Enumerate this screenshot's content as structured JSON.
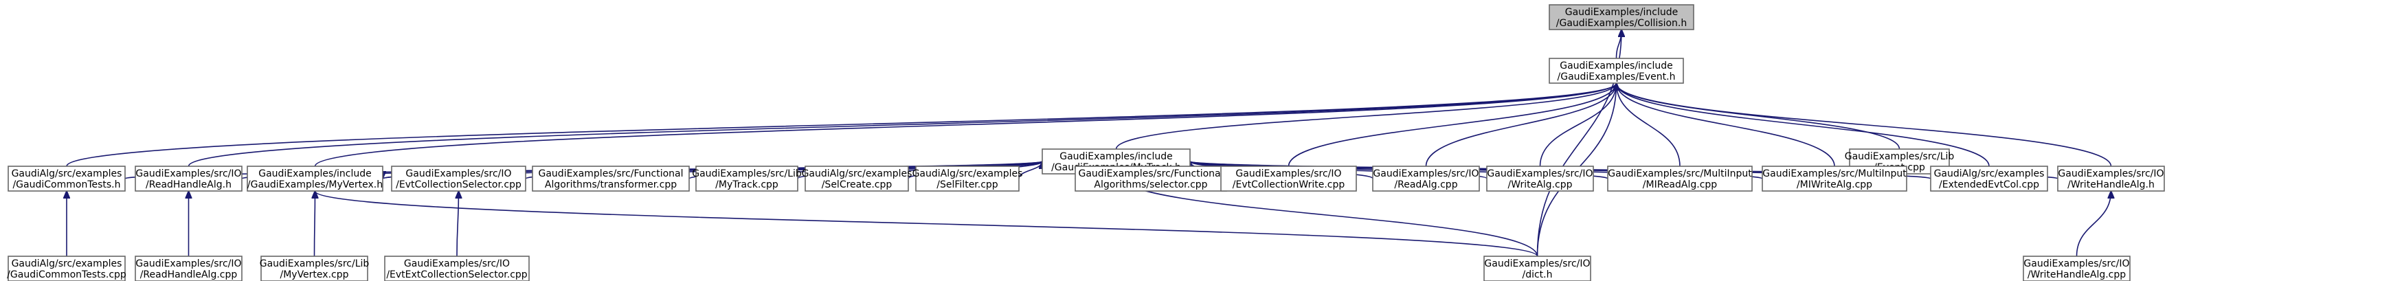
{
  "diagram": {
    "type": "include-dependency-graph",
    "colors": {
      "edge": "#191970",
      "node_border": "#666666",
      "root_fill": "#bfbfbf",
      "node_fill": "#ffffff"
    },
    "nodes": [
      {
        "id": "collision",
        "lines": [
          "GaudiExamples/include",
          "/GaudiExamples/Collision.h"
        ],
        "root": true
      },
      {
        "id": "event",
        "lines": [
          "GaudiExamples/include",
          "/GaudiExamples/Event.h"
        ]
      },
      {
        "id": "mytrack_h",
        "lines": [
          "GaudiExamples/include",
          "/GaudiExamples/MyTrack.h"
        ]
      },
      {
        "id": "event_cpp",
        "lines": [
          "GaudiExamples/src/Lib",
          "/Event.cpp"
        ]
      },
      {
        "id": "gct_h",
        "lines": [
          "GaudiAlg/src/examples",
          "/GaudiCommonTests.h"
        ]
      },
      {
        "id": "rhalg_h",
        "lines": [
          "GaudiExamples/src/IO",
          "/ReadHandleAlg.h"
        ]
      },
      {
        "id": "myvertex_h",
        "lines": [
          "GaudiExamples/include",
          "/GaudiExamples/MyVertex.h"
        ]
      },
      {
        "id": "evtcolsel_h",
        "lines": [
          "GaudiExamples/src/IO",
          "/EvtCollectionSelector.cpp"
        ]
      },
      {
        "id": "transformer",
        "lines": [
          "GaudiExamples/src/Functional",
          "Algorithms/transformer.cpp"
        ]
      },
      {
        "id": "mytrack_cpp",
        "lines": [
          "GaudiExamples/src/Lib",
          "/MyTrack.cpp"
        ]
      },
      {
        "id": "selcreate",
        "lines": [
          "GaudiAlg/src/examples",
          "/SelCreate.cpp"
        ]
      },
      {
        "id": "selfilter",
        "lines": [
          "GaudiAlg/src/examples",
          "/SelFilter.cpp"
        ]
      },
      {
        "id": "selector",
        "lines": [
          "GaudiExamples/src/Functional",
          "Algorithms/selector.cpp"
        ]
      },
      {
        "id": "evtcolwrite",
        "lines": [
          "GaudiExamples/src/IO",
          "/EvtCollectionWrite.cpp"
        ]
      },
      {
        "id": "readalg",
        "lines": [
          "GaudiExamples/src/IO",
          "/ReadAlg.cpp"
        ]
      },
      {
        "id": "writealg",
        "lines": [
          "GaudiExamples/src/IO",
          "/WriteAlg.cpp"
        ]
      },
      {
        "id": "mireadalg",
        "lines": [
          "GaudiExamples/src/MultiInput",
          "/MIReadAlg.cpp"
        ]
      },
      {
        "id": "miwritealg",
        "lines": [
          "GaudiExamples/src/MultiInput",
          "/MIWriteAlg.cpp"
        ]
      },
      {
        "id": "extevtcol",
        "lines": [
          "GaudiAlg/src/examples",
          "/ExtendedEvtCol.cpp"
        ]
      },
      {
        "id": "whalg_h",
        "lines": [
          "GaudiExamples/src/IO",
          "/WriteHandleAlg.h"
        ]
      },
      {
        "id": "gct_cpp",
        "lines": [
          "GaudiAlg/src/examples",
          "/GaudiCommonTests.cpp"
        ]
      },
      {
        "id": "rhalg_cpp",
        "lines": [
          "GaudiExamples/src/IO",
          "/ReadHandleAlg.cpp"
        ]
      },
      {
        "id": "myvertex_cpp",
        "lines": [
          "GaudiExamples/src/Lib",
          "/MyVertex.cpp"
        ]
      },
      {
        "id": "evtextcolsel",
        "lines": [
          "GaudiExamples/src/IO",
          "/EvtExtCollectionSelector.cpp"
        ]
      },
      {
        "id": "dict_h",
        "lines": [
          "GaudiExamples/src/IO",
          "/dict.h"
        ]
      },
      {
        "id": "whalg_cpp",
        "lines": [
          "GaudiExamples/src/IO",
          "/WriteHandleAlg.cpp"
        ]
      }
    ],
    "edges": [
      [
        "event",
        "collision"
      ],
      [
        "dict_h",
        "collision"
      ],
      [
        "mytrack_h",
        "event"
      ],
      [
        "event_cpp",
        "event"
      ],
      [
        "gct_h",
        "event"
      ],
      [
        "rhalg_h",
        "event"
      ],
      [
        "myvertex_h",
        "event"
      ],
      [
        "evtcolwrite",
        "event"
      ],
      [
        "readalg",
        "event"
      ],
      [
        "writealg",
        "event"
      ],
      [
        "mireadalg",
        "event"
      ],
      [
        "miwritealg",
        "event"
      ],
      [
        "extevtcol",
        "event"
      ],
      [
        "whalg_h",
        "event"
      ],
      [
        "dict_h",
        "event"
      ],
      [
        "gct_h",
        "mytrack_h"
      ],
      [
        "rhalg_h",
        "mytrack_h"
      ],
      [
        "myvertex_h",
        "mytrack_h"
      ],
      [
        "evtcolsel_h",
        "mytrack_h"
      ],
      [
        "transformer",
        "mytrack_h"
      ],
      [
        "mytrack_cpp",
        "mytrack_h"
      ],
      [
        "selcreate",
        "mytrack_h"
      ],
      [
        "selfilter",
        "mytrack_h"
      ],
      [
        "selector",
        "mytrack_h"
      ],
      [
        "evtcolwrite",
        "mytrack_h"
      ],
      [
        "readalg",
        "mytrack_h"
      ],
      [
        "writealg",
        "mytrack_h"
      ],
      [
        "mireadalg",
        "mytrack_h"
      ],
      [
        "miwritealg",
        "mytrack_h"
      ],
      [
        "extevtcol",
        "mytrack_h"
      ],
      [
        "whalg_h",
        "mytrack_h"
      ],
      [
        "dict_h",
        "mytrack_h"
      ],
      [
        "mytrack_h",
        "myvertex_h"
      ],
      [
        "dict_h",
        "myvertex_h"
      ],
      [
        "gct_cpp",
        "gct_h"
      ],
      [
        "rhalg_cpp",
        "rhalg_h"
      ],
      [
        "myvertex_cpp",
        "myvertex_h"
      ],
      [
        "evtextcolsel",
        "evtcolsel_h"
      ],
      [
        "whalg_cpp",
        "whalg_h"
      ]
    ]
  }
}
